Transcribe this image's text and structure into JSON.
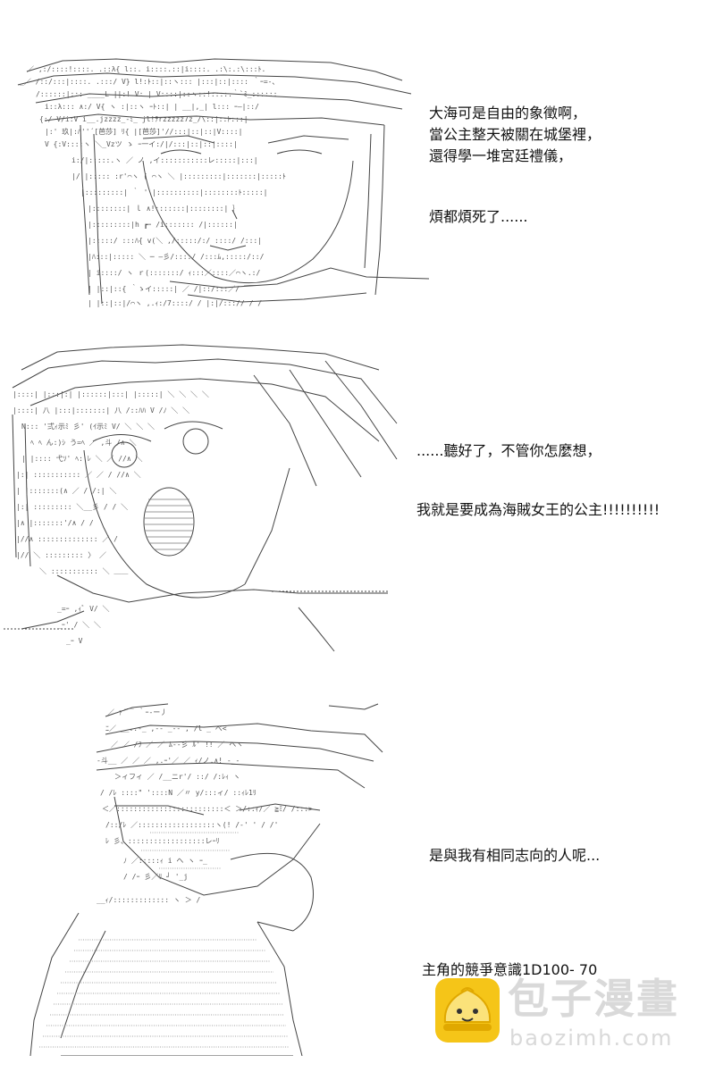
{
  "panels": [
    {
      "lines": [
        "大海可是自由的象徵啊，",
        "當公主整天被關在城堡裡，",
        "還得學一堆宮廷禮儀，",
        "煩都煩死了......"
      ]
    },
    {
      "lines": [
        "......聽好了，不管你怎麼想，",
        "我就是要成為海賊女王的公主!!!!!!!!!!"
      ]
    },
    {
      "lines": [
        "是與我有相同志向的人呢...",
        "主角的競爭意識1D100- 70"
      ]
    }
  ],
  "watermark": {
    "title": "包子漫畫",
    "url": "baozimh.com",
    "logo_icon": "bun-mascot-icon",
    "colors": {
      "bun": "#f5c518",
      "text": "#d9d9d9"
    }
  }
}
